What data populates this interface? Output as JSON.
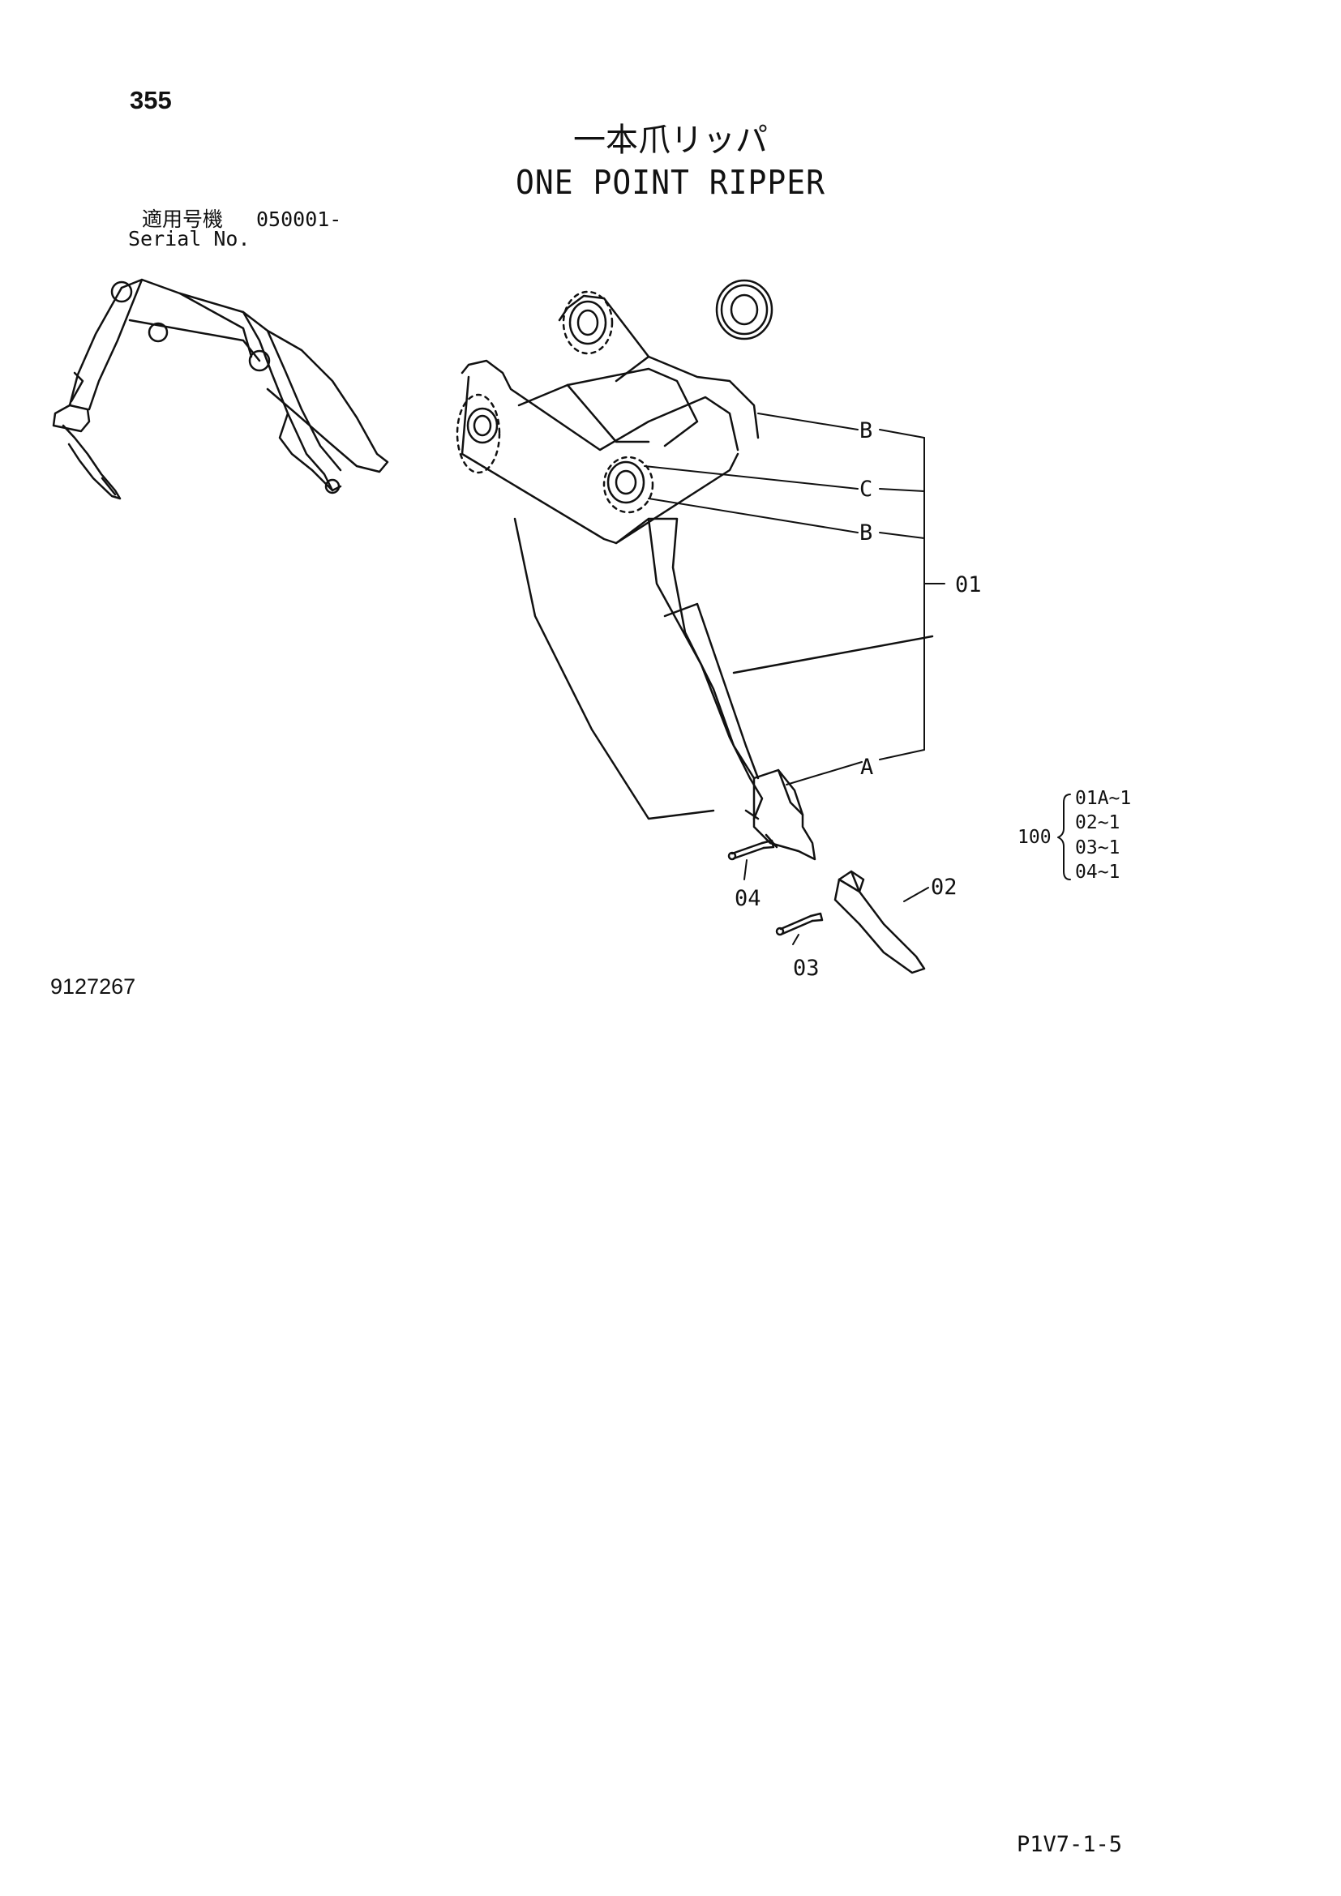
{
  "header": {
    "page_number": "355",
    "title_japanese": "一本爪リッパ",
    "title_english": "ONE POINT RIPPER",
    "serial_label_japanese": "適用号機",
    "serial_value": "050001-",
    "serial_label_english": "Serial No."
  },
  "callouts": {
    "b_upper": "B",
    "c": "C",
    "b_lower": "B",
    "part_01": "01",
    "a": "A",
    "part_02": "02",
    "part_03": "03",
    "part_04": "04"
  },
  "kit": {
    "number": "100",
    "items": [
      "01A~1",
      "02~1",
      "03~1",
      "04~1"
    ]
  },
  "footer": {
    "figure_id": "9127267",
    "page_code": "P1V7-1-5"
  }
}
